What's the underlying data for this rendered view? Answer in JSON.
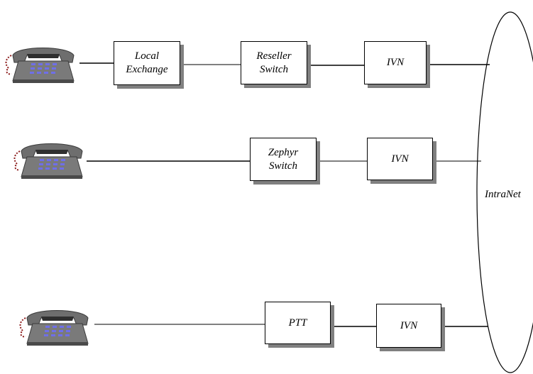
{
  "diagram": {
    "network": {
      "label": "IntraNet"
    },
    "rows": [
      {
        "phone": {
          "icon": "telephone-icon"
        },
        "nodes": [
          {
            "label": "Local\nExchange"
          },
          {
            "label": "Reseller\nSwitch"
          },
          {
            "label": "IVN"
          }
        ]
      },
      {
        "phone": {
          "icon": "telephone-icon"
        },
        "nodes": [
          {
            "label": "Zephyr\nSwitch"
          },
          {
            "label": "IVN"
          }
        ]
      },
      {
        "phone": {
          "icon": "telephone-icon"
        },
        "nodes": [
          {
            "label": "PTT"
          },
          {
            "label": "IVN"
          }
        ]
      }
    ],
    "colors": {
      "phone_body": "#6e6e6e",
      "phone_dark": "#3a3a3a",
      "keypad": "#6f6fe8",
      "cord": "#8b1a1a",
      "box_shadow": "#808080",
      "line": "#000000"
    }
  }
}
